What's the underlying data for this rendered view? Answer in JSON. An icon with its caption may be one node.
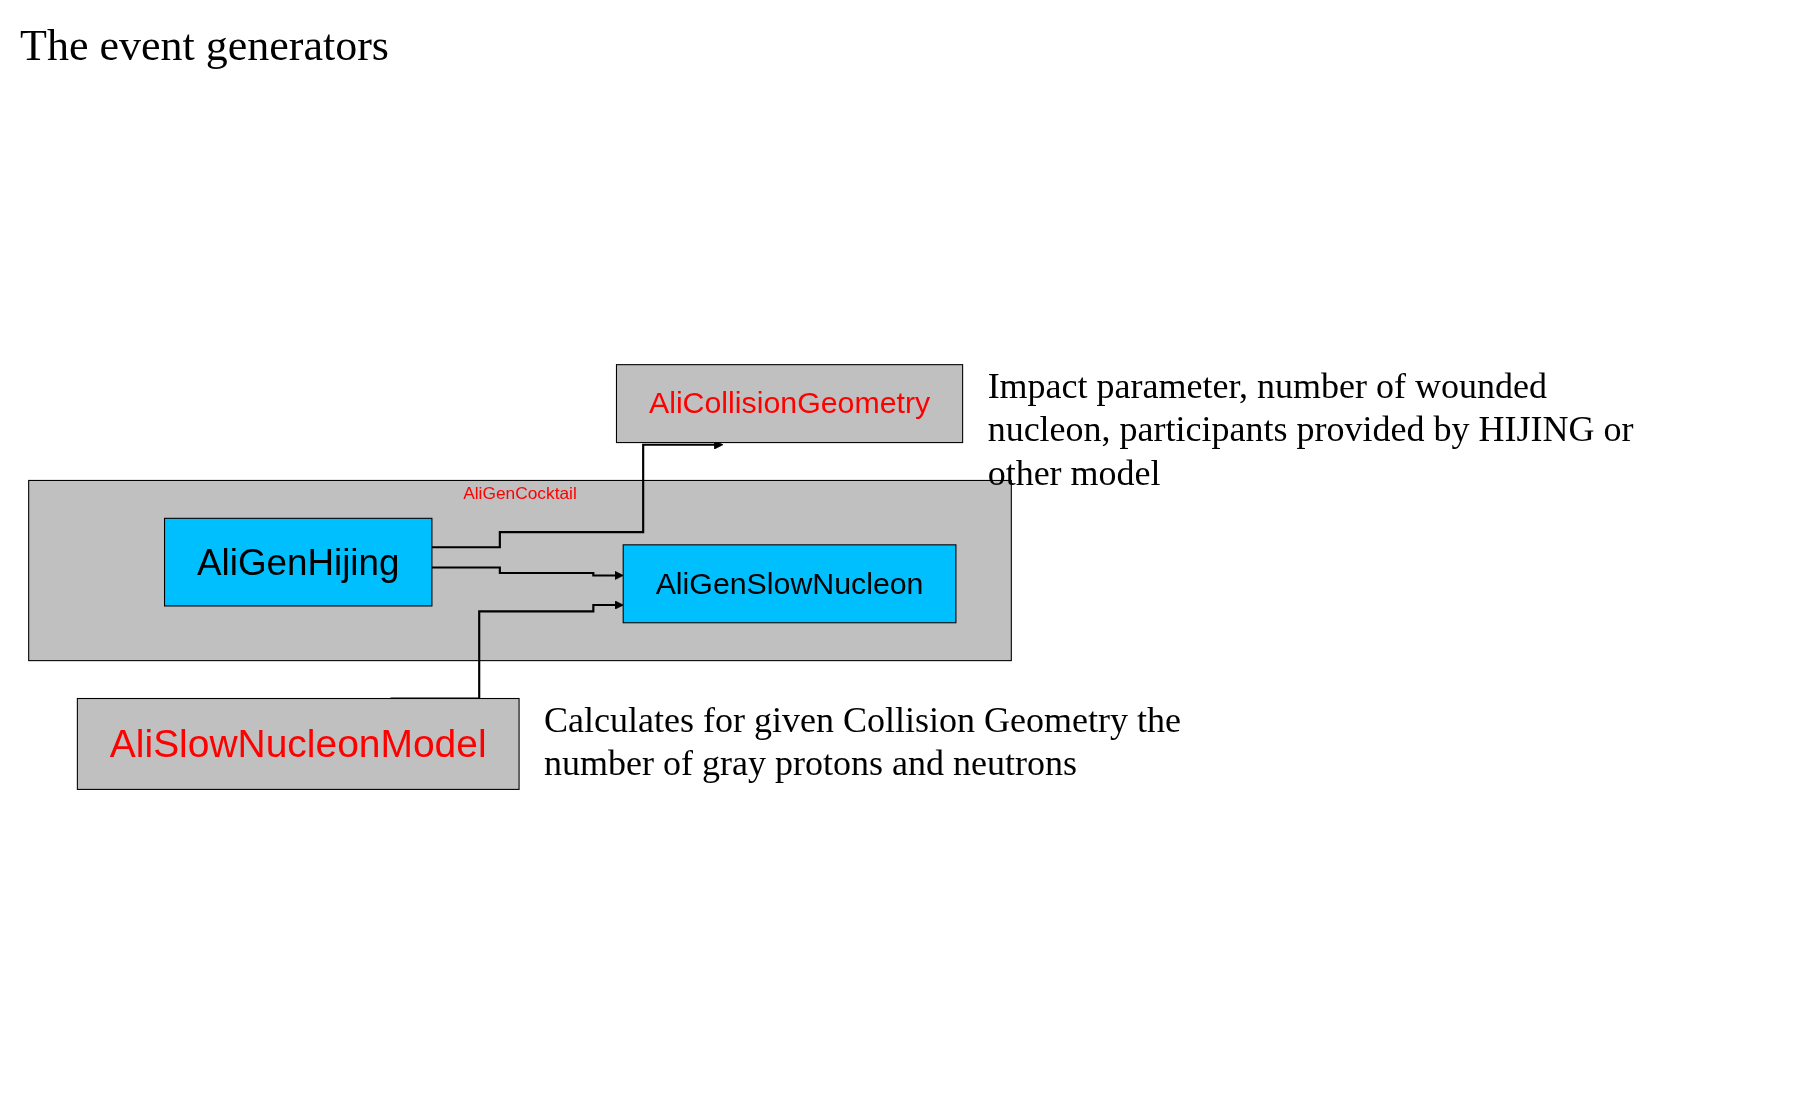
{
  "diagram": {
    "title": "The event generators",
    "nodes": [
      {
        "text": [
          "AliGenCocktail"
        ]
      },
      {
        "text": [
          "AliGenHijing"
        ],
        "in": 0
      },
      {
        "text": [
          "AliGenSlowNucleon"
        ],
        "in": 0
      },
      {
        "text": [
          "AliCollisionGeometry"
        ],
        "beside": [
          "Impact parameter, number of wounded nucleon, participants provided by HIJING or other model"
        ]
      },
      {
        "text": [
          "AliSlowNucleonModel"
        ],
        "beside": [
          "Calculates for given Collision Geometry the number of gray protons and neutrons"
        ]
      }
    ],
    "edges": [
      {
        "from": 1,
        "to": 3,
        "arrow": "to"
      },
      {
        "from": 1,
        "to": 2,
        "arrow": "to"
      },
      {
        "from": 4,
        "to": 2,
        "arrow": "to"
      }
    ]
  }
}
